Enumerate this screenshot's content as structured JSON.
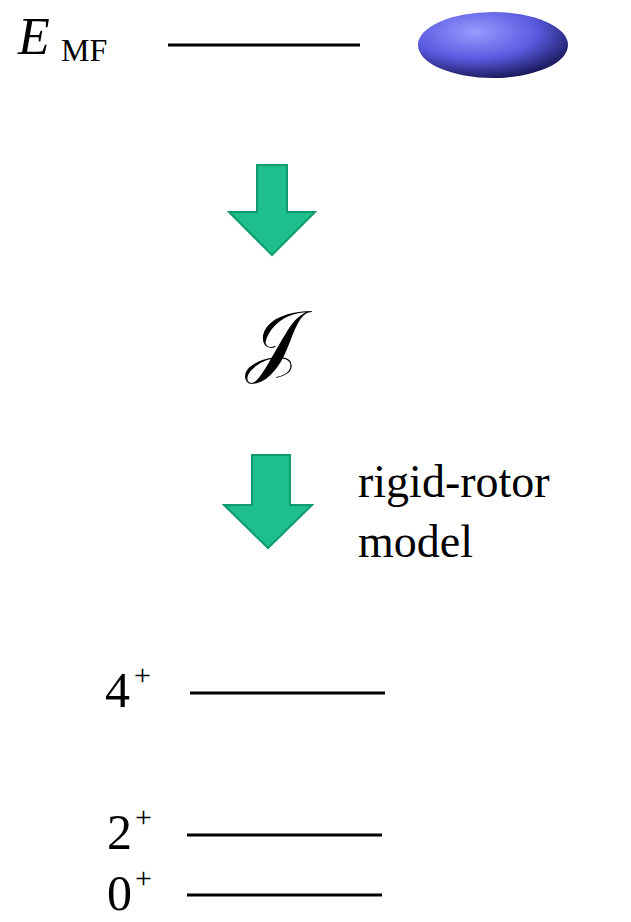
{
  "diagram": {
    "labels": [
      "E",
      "MF",
      "𝒥",
      "rigid-rotor model",
      "4",
      "+",
      "2",
      "+",
      "0",
      "+"
    ]
  }
}
